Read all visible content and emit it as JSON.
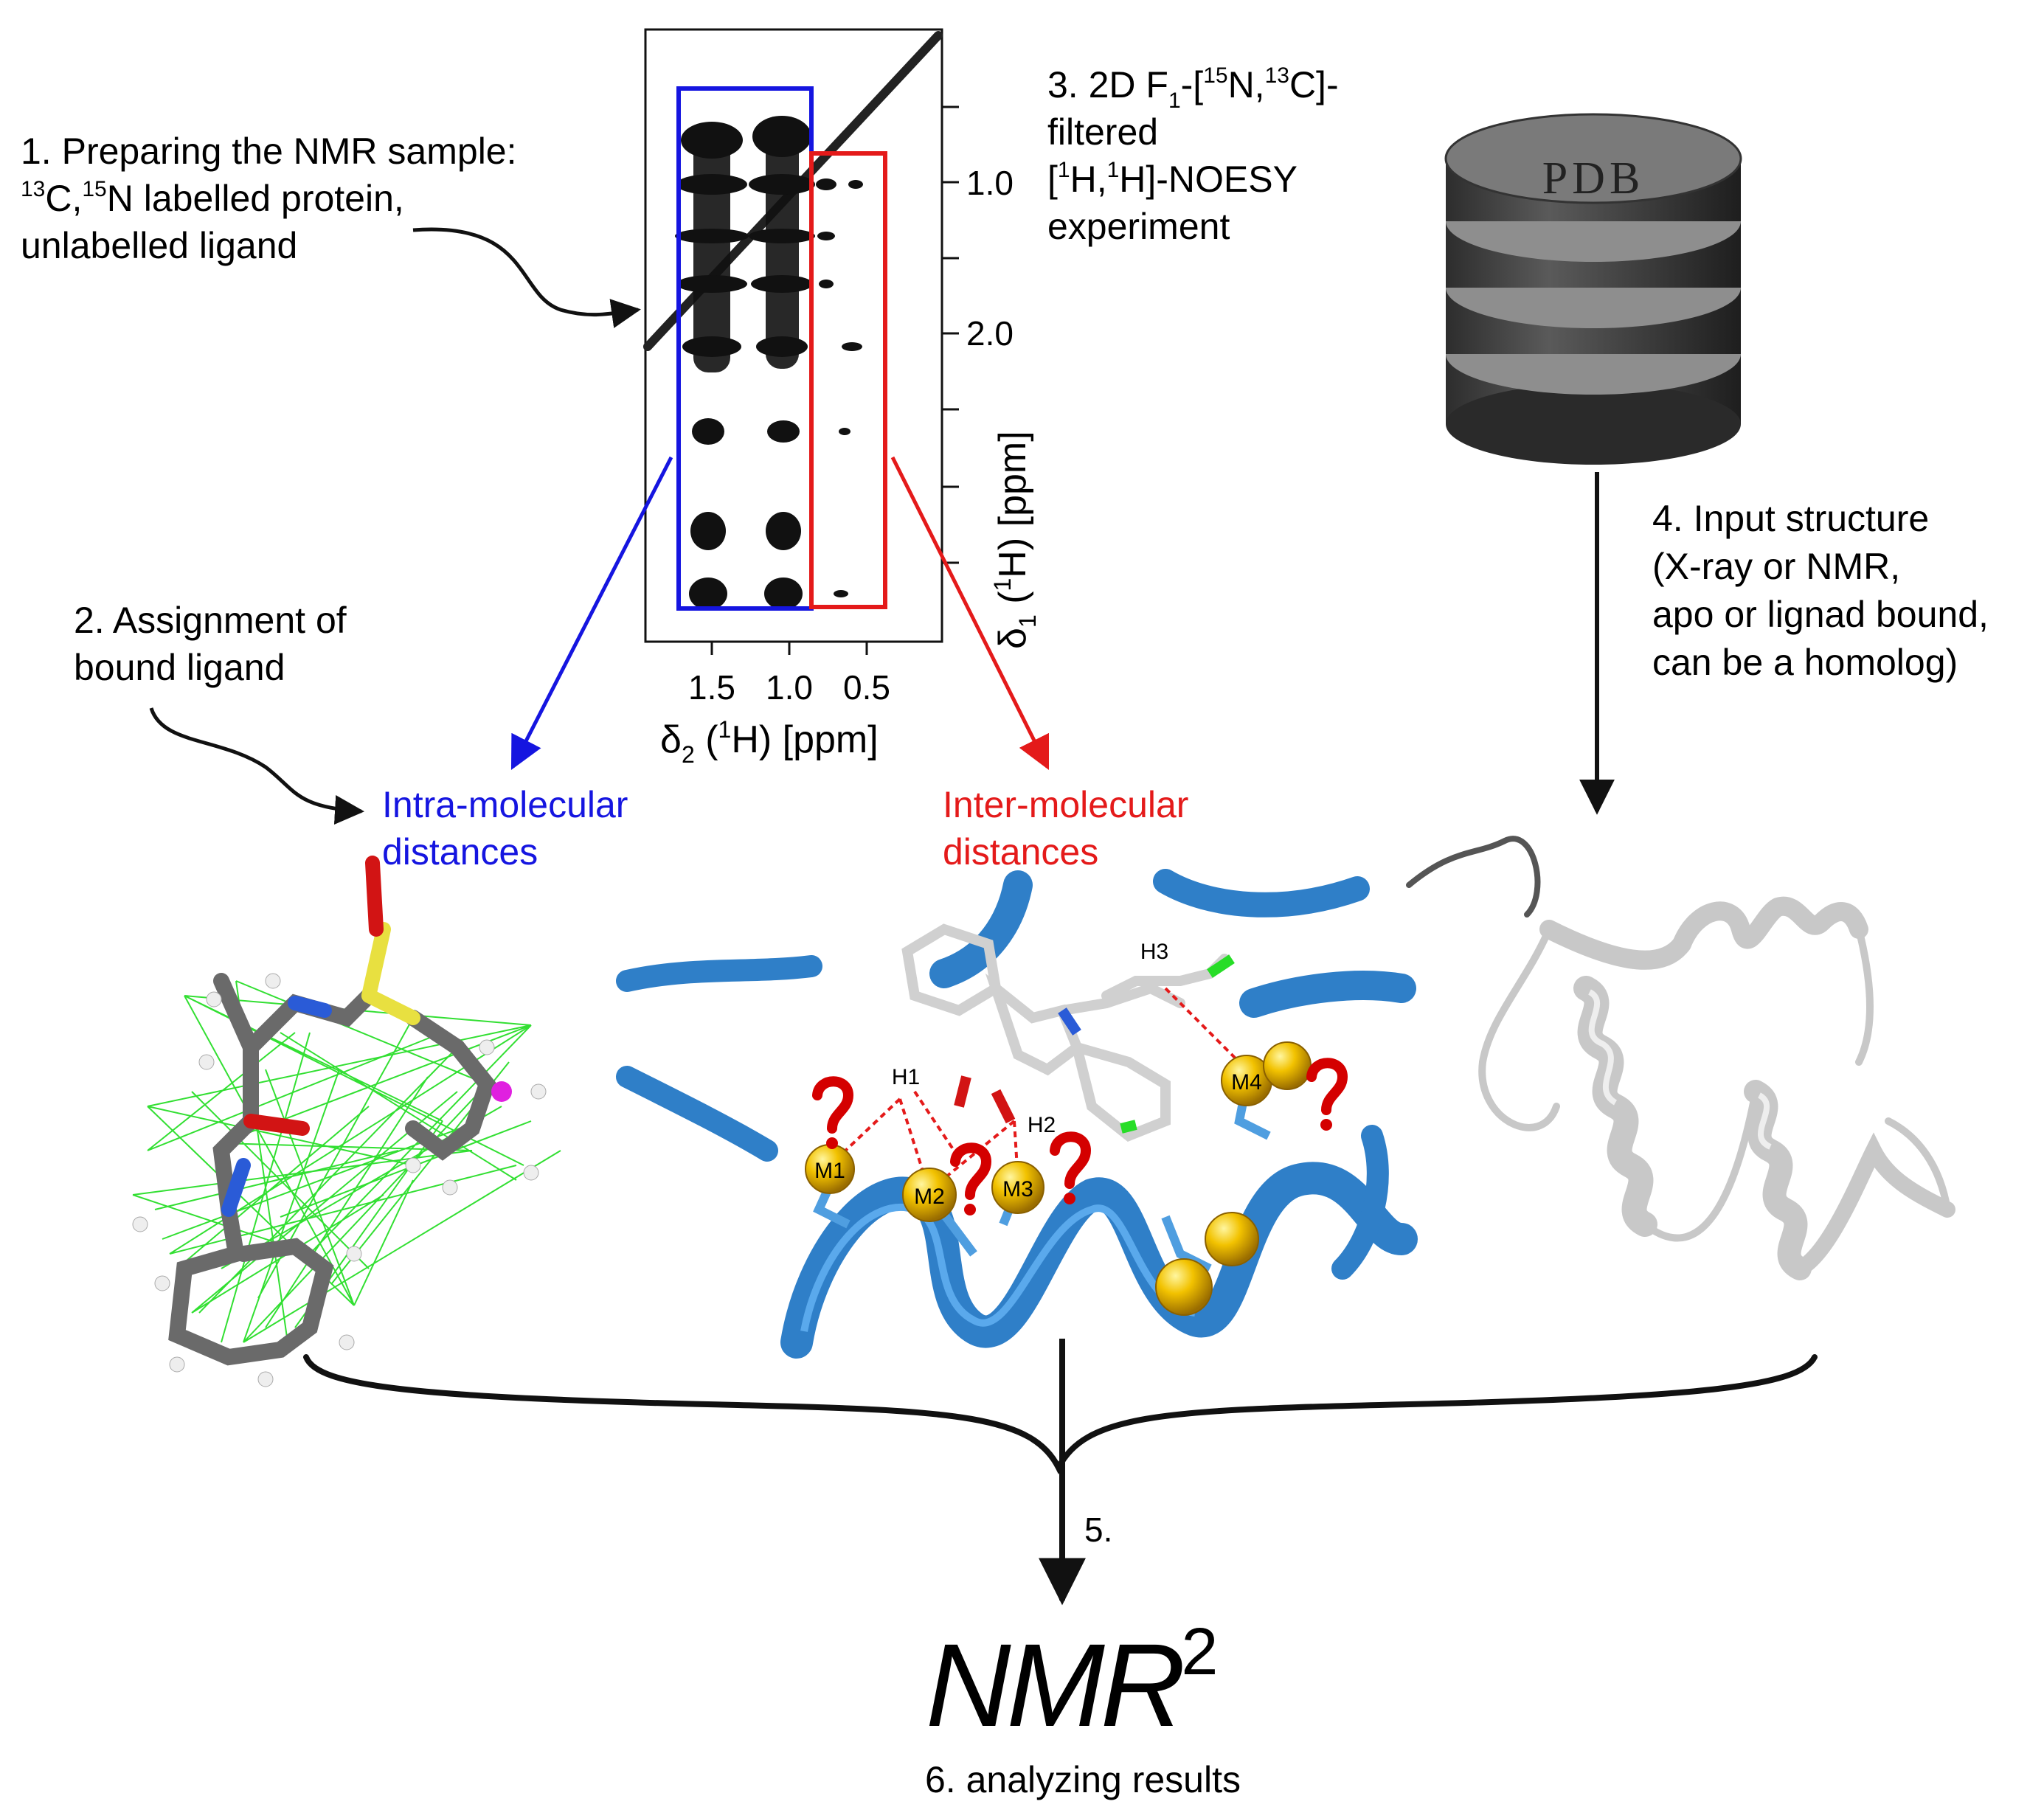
{
  "step1": {
    "line1": "1. Preparing the NMR sample:",
    "line2_sup1": "13",
    "line2_a": "C,",
    "line2_sup2": "15",
    "line2_b": "N labelled protein,",
    "line3": "unlabelled ligand"
  },
  "step2": {
    "line1": "2. Assignment of",
    "line2": "bound ligand"
  },
  "step3": {
    "line1_a": "3. 2D F",
    "line1_sub": "1",
    "line1_b": "-[",
    "line1_sup1": "15",
    "line1_c": "N,",
    "line1_sup2": "13",
    "line1_d": "C]-",
    "line2": "filtered",
    "line3_a": "[",
    "line3_sup1": "1",
    "line3_b": "H,",
    "line3_sup2": "1",
    "line3_c": "H]-NOESY",
    "line4": "experiment"
  },
  "step4": {
    "line1": "4. Input structure",
    "line2": "(X-ray or NMR,",
    "line3": "apo or lignad bound,",
    "line4": "can be a homolog)"
  },
  "step5": {
    "label": "5."
  },
  "step6": {
    "label": "6. analyzing results"
  },
  "logo": {
    "text_a": "NMR",
    "text_sup": "2"
  },
  "database": {
    "label": "PDB"
  },
  "intra": {
    "line1": "Intra-molecular",
    "line2": "distances"
  },
  "inter": {
    "line1": "Inter-molecular",
    "line2": "distances"
  },
  "spectrum": {
    "x_ticks": [
      "1.5",
      "1.0",
      "0.5"
    ],
    "y_ticks": [
      "1.0",
      "2.0"
    ],
    "x_label_a": "δ",
    "x_label_sub": "2",
    "x_label_b": " (",
    "x_label_sup": "1",
    "x_label_c": "H) [ppm]",
    "y_label_a": "δ",
    "y_label_sub": "1",
    "y_label_b": " (",
    "y_label_sup": "1",
    "y_label_c": "H) [ppm]"
  },
  "binding_site": {
    "atoms": [
      "M1",
      "M2",
      "M3",
      "M4"
    ],
    "protons": [
      "H1",
      "H2",
      "H3"
    ]
  },
  "colors": {
    "intra": "#1515e0",
    "inter": "#e41a1a",
    "protein_blue": "#3d8fd6",
    "gold": "#f2c200",
    "noe_green": "#27dd27"
  }
}
